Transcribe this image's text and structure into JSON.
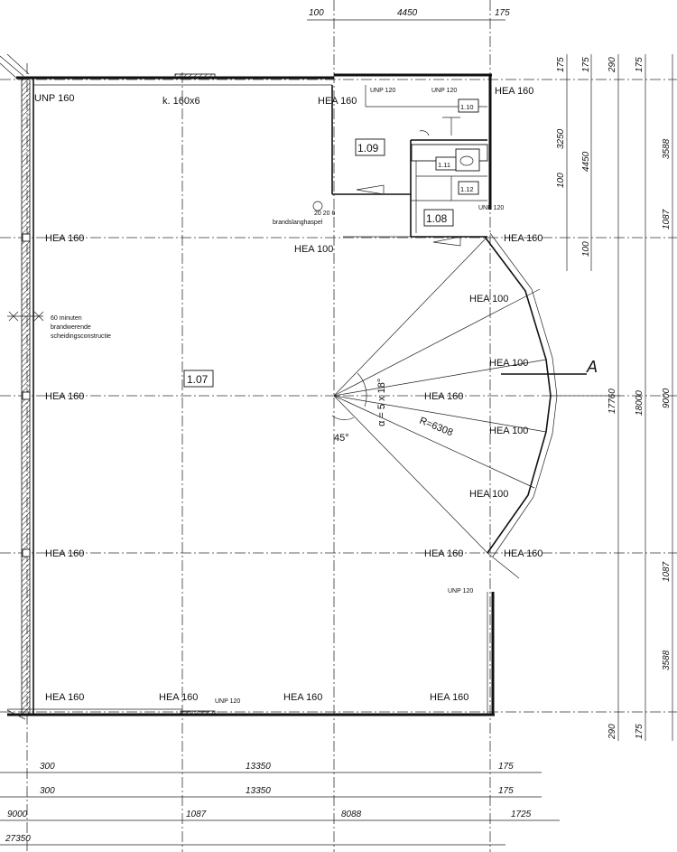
{
  "rooms": {
    "r107": "1.07",
    "r108": "1.08",
    "r109": "1.09",
    "r110": "1.10",
    "r111": "1.11",
    "r112": "1.12"
  },
  "profiles": {
    "unp160": "UNP 160",
    "unp120": "UNP 120",
    "hea160": "HEA 160",
    "hea100": "HEA 100",
    "k160x6": "k. 160x6"
  },
  "annotations": {
    "brand_code": "20 20 6",
    "brand_label": "brandslanghaspel",
    "fire_line1": "60 minuten",
    "fire_line2": "brandwerende",
    "fire_line3": "scheidingsconstructie",
    "angle_main": "α = 5 x 18°",
    "radius": "R=6308",
    "angle_45": "45°",
    "section": "A"
  },
  "dims_top": {
    "d1": "100",
    "d2": "4450",
    "d3": "175"
  },
  "dims_right_a": {
    "a1": "175",
    "a2": "3250",
    "a3": "100",
    "a4": "100",
    "a5": "175"
  },
  "dims_right_b": {
    "b1": "175",
    "b2": "4450",
    "b3": "290"
  },
  "dims_right_c": {
    "c1": "290",
    "c2": "17760",
    "c3": "290"
  },
  "dims_right_d": {
    "d1": "175",
    "d2": "3588",
    "d3": "1087",
    "d4": "18000",
    "d5": "9000",
    "d6": "1087",
    "d7": "3588",
    "d8": "175"
  },
  "dims_bottom": {
    "r1a": "300",
    "r1b": "13350",
    "r1c": "175",
    "r2a": "300",
    "r2b": "13350",
    "r2c": "175",
    "r3a": "9000",
    "r3b": "1087",
    "r3c": "8088",
    "r3d": "1725",
    "r4a": "27350"
  }
}
